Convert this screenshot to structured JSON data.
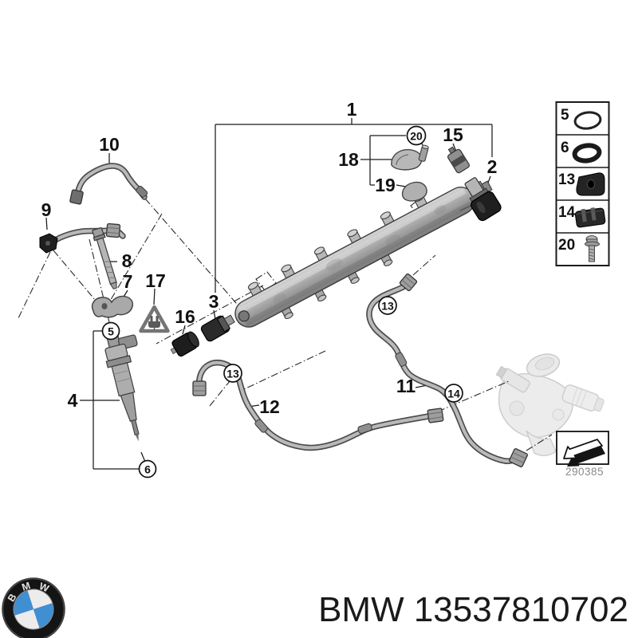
{
  "diagram": {
    "callouts": {
      "c1": "1",
      "c2": "2",
      "c3": "3",
      "c4": "4",
      "c5": "5",
      "c6": "6",
      "c7": "7",
      "c8": "8",
      "c9": "9",
      "c10": "10",
      "c11": "11",
      "c12": "12",
      "c13": "13",
      "c14": "14",
      "c15": "15",
      "c16": "16",
      "c17": "17",
      "c18": "18",
      "c19": "19",
      "c20": "20"
    },
    "stamp_code": "290385",
    "colors": {
      "line": "#1a1a1a",
      "part_gray": "#b0b0b0",
      "part_black": "#1f1f1f",
      "faded_pump": "#d7d7d7"
    }
  },
  "sidebar": {
    "items": [
      {
        "number": "5",
        "icon": "o-ring-thin-icon"
      },
      {
        "number": "6",
        "icon": "seal-ring-icon"
      },
      {
        "number": "13",
        "icon": "rubber-mount-icon"
      },
      {
        "number": "14",
        "icon": "pipe-clamp-icon"
      },
      {
        "number": "20",
        "icon": "screw-icon"
      }
    ]
  },
  "footer": {
    "part_number": "BMW 13537810702",
    "logo_letters": [
      "B",
      "M",
      "W"
    ],
    "logo_blue": "#3f8fd2"
  }
}
